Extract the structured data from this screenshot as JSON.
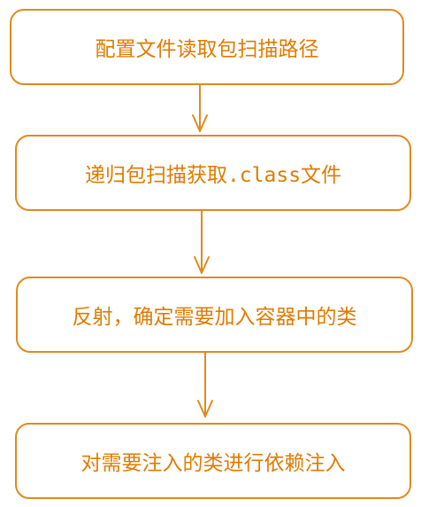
{
  "steps": [
    {
      "before": "配置文件读取包扫描路径",
      "code": "",
      "after": ""
    },
    {
      "before": "递归包扫描获取",
      "code": ".class",
      "after": "文件"
    },
    {
      "before": "反射，确定需要加入容器中的类",
      "code": "",
      "after": ""
    },
    {
      "before": "对需要注入的类进行依赖注入",
      "code": "",
      "after": ""
    }
  ],
  "colors": {
    "stroke": "#e08a1e",
    "text": "#e07b00"
  }
}
